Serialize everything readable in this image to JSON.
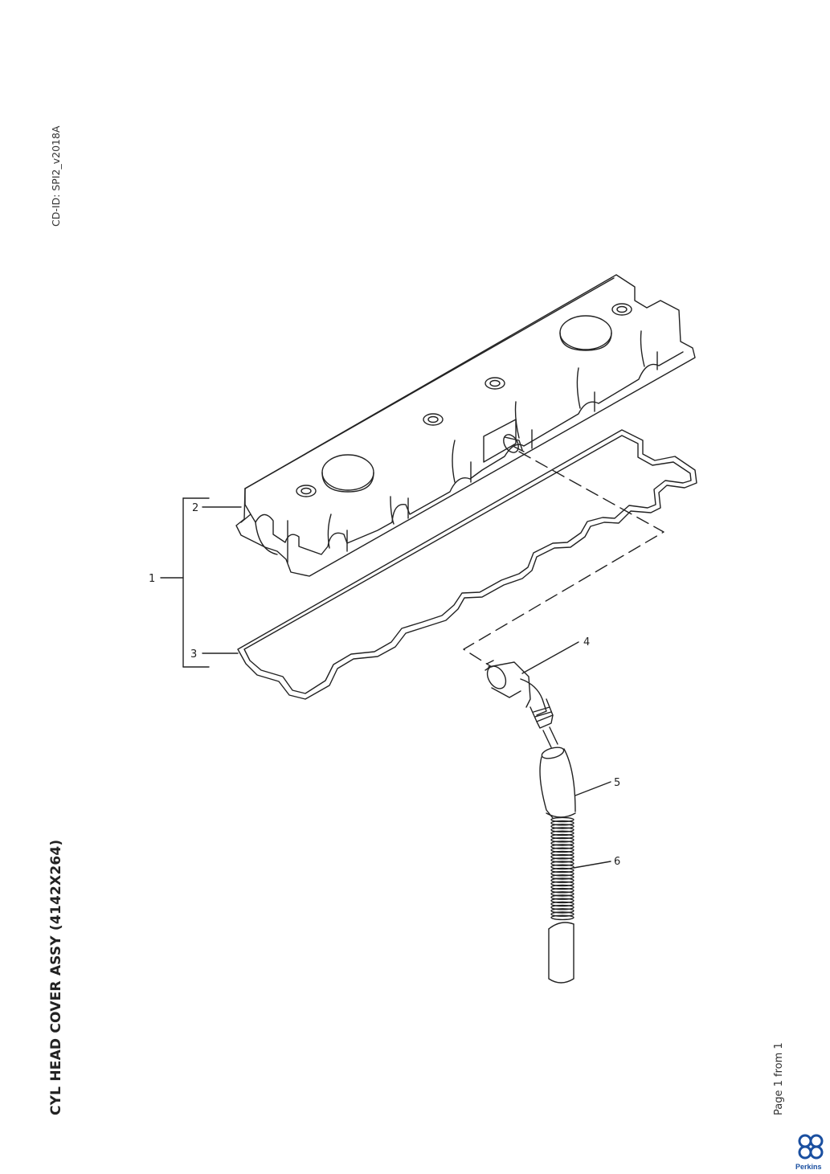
{
  "document": {
    "cd_id": "CD-ID: SPI2_v2018A",
    "title": "CYL HEAD COVER ASSY (4142X264)",
    "page": "Page 1 from 1"
  },
  "brand": {
    "name": "Perkins",
    "color": "#1a4fa0"
  },
  "callouts": {
    "c1": "1",
    "c2": "2",
    "c3": "3",
    "c4": "4",
    "c5": "5",
    "c6": "6"
  },
  "colors": {
    "line": "#222222"
  }
}
